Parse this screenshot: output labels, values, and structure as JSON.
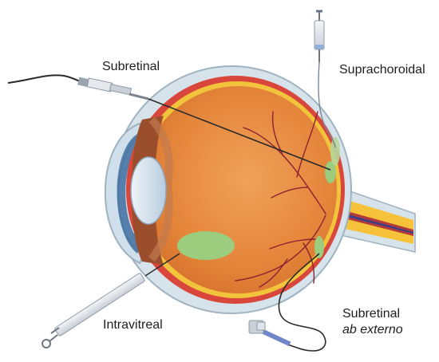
{
  "labels": {
    "subretinal": "Subretinal",
    "suprachoroidal": "Suprachoroidal",
    "intravitreal": "Intravitreal",
    "subretinal_ab_externo_line1": "Subretinal",
    "subretinal_ab_externo_line2": "ab externo"
  },
  "colors": {
    "sclera": "#d7e3ea",
    "choroid": "#d9463c",
    "retina": "#f1c43c",
    "vitreous": "#e8883a",
    "lens": "#c9d8e6",
    "bleb": "#9ccc7e",
    "vessel": "#8b2030",
    "optic_nerve_yellow": "#f5c23a",
    "needle": "#2a2a2a"
  },
  "icons": [
    "syringe-icon",
    "microcatheter-icon",
    "cannula-icon"
  ]
}
